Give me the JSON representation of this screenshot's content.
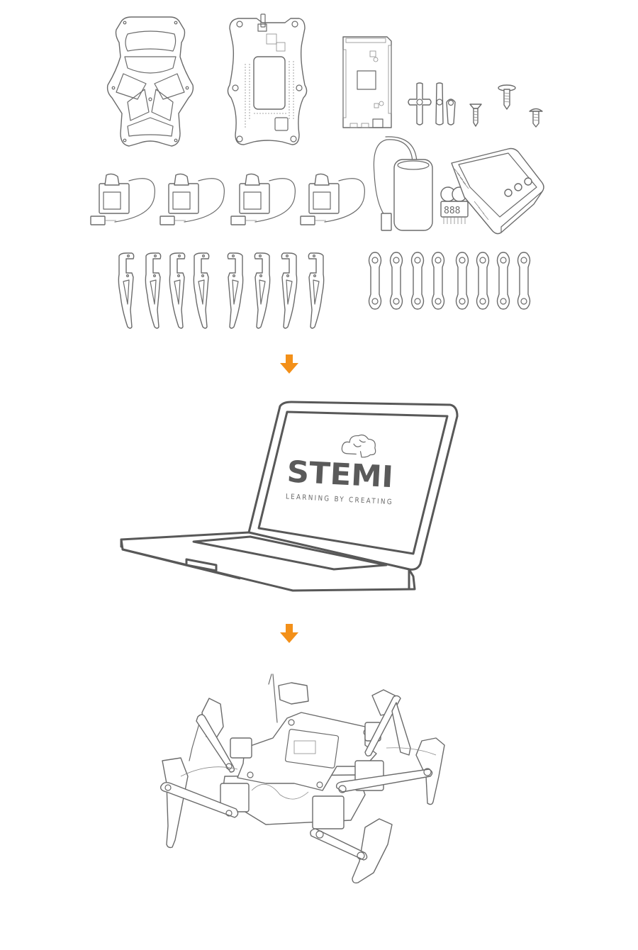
{
  "figure": {
    "description": "Assembly flow: robot kit components -> programming on laptop -> assembled hexapod robot",
    "steps": [
      {
        "id": "components",
        "label": "Kit components"
      },
      {
        "id": "laptop",
        "label": "Laptop with STEMI software"
      },
      {
        "id": "robot",
        "label": "Assembled STEMI hexapod"
      }
    ]
  },
  "components": {
    "row1": [
      "spider-web-body-plate",
      "main-pcb-board",
      "microcontroller-board",
      "servo-horn-cross",
      "servo-horn-double",
      "servo-horn-single",
      "countersunk-screw",
      "washer-head-screw",
      "pan-head-screw"
    ],
    "row2": [
      "servo-motor",
      "servo-motor",
      "servo-motor",
      "servo-motor",
      "battery-pack",
      "battery-voltage-checker",
      "battery-charger"
    ],
    "row3_legs_count": 8,
    "row3_links_count": 8,
    "charger_buttons": 3,
    "voltage_display": "888"
  },
  "arrows": {
    "color": "#f39019",
    "icon": "arrow-down-icon"
  },
  "laptop": {
    "logo": {
      "brand": "STEMI",
      "brand_parts": [
        "S",
        "T",
        "E",
        "M",
        "I"
      ],
      "tagline": "LEARNING BY CREATING",
      "icon": "brain-cloud-icon"
    },
    "line_color": "#585858"
  },
  "robot": {
    "legs": 6,
    "line_color": "#6b6b6b"
  }
}
